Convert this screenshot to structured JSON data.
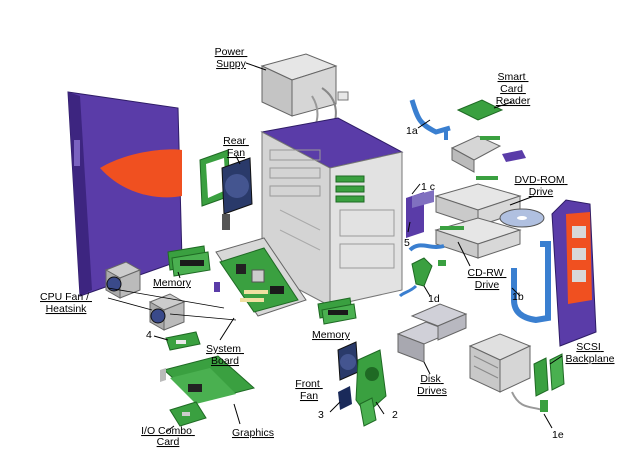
{
  "labels": {
    "power_supply": [
      "Power",
      "Suppy"
    ],
    "smart_card_reader": [
      "Smart",
      "Card",
      "Reader"
    ],
    "rear_fan": [
      "Rear",
      "Fan"
    ],
    "dvd_rom": [
      "DVD-ROM",
      "Drive"
    ],
    "memory_left": [
      "Memory"
    ],
    "memory_right": [
      "Memory"
    ],
    "cpu_fan": [
      "CPU Fan /",
      "Heatsink"
    ],
    "cd_rw": [
      "CD-RW",
      "Drive"
    ],
    "system_board": [
      "System",
      "Board"
    ],
    "scsi_backplane": [
      "SCSI",
      "Backplane"
    ],
    "front_fan": [
      "Front",
      "Fan"
    ],
    "disk_drives": [
      "Disk",
      "Drives"
    ],
    "io_combo": [
      "I/O Combo",
      "Card"
    ],
    "graphics": [
      "Graphics"
    ]
  },
  "callouts": {
    "c1a": "1a",
    "c1c": "1 c",
    "c5": "5",
    "c1d": "1d",
    "c1b": "1b",
    "c4": "4",
    "c3": "3",
    "c2": "2",
    "c1e": "1e"
  },
  "colors": {
    "purple": "#5a3ca8",
    "purple_dark": "#3d2580",
    "orange": "#f05020",
    "chassis": "#d8d8d8",
    "pcb_green": "#3aa040",
    "blue_cable": "#3a7fd0"
  }
}
